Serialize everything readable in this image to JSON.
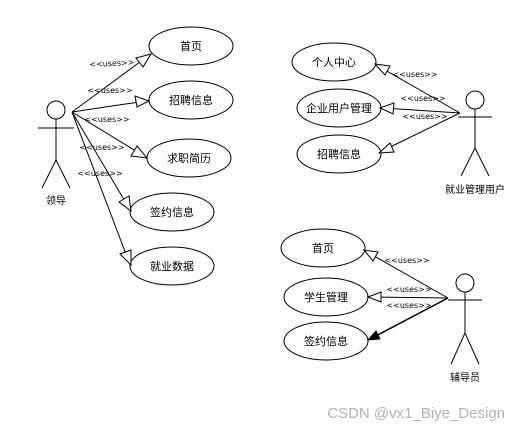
{
  "diagram": {
    "stereotype": "<<uses>>",
    "actors": {
      "leader": "领导",
      "employment_admin": "就业管理用户",
      "counselor": "辅导员"
    },
    "leader_usecases": [
      "首页",
      "招聘信息",
      "求职简历",
      "签约信息",
      "就业数据"
    ],
    "admin_usecases": [
      "个人中心",
      "企业用户管理",
      "招聘信息"
    ],
    "counselor_usecases": [
      "首页",
      "学生管理",
      "签约信息"
    ]
  },
  "watermark": "CSDN @vx1_Biye_Design"
}
